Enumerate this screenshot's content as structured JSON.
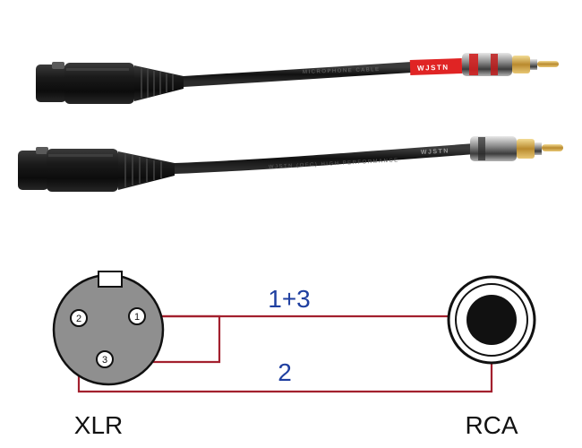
{
  "photo": {
    "cable_top": {
      "brand_band_text": "WJSTN",
      "jacket_print": "MICROPHONE CABLE"
    },
    "cable_bottom": {
      "brand_text": "WJSTN",
      "jacket_print": "WJSTN (OFC) HIGH PERFORMANCE"
    },
    "colors": {
      "cable": "#141414",
      "band_red": "#e02424",
      "gold_tip": "#c9a24a",
      "chrome": "#9a9a9a"
    }
  },
  "diagram": {
    "xlr_label": "XLR",
    "rca_label": "RCA",
    "xlr_pins": [
      "1",
      "2",
      "3"
    ],
    "wire_label_signal": "1+3",
    "wire_label_ground": "2",
    "colors": {
      "wire": "#a3202e",
      "label_blue": "#1f3fa0",
      "xlr_face": "#8f8f8f",
      "rca_ring": "#111111"
    }
  }
}
